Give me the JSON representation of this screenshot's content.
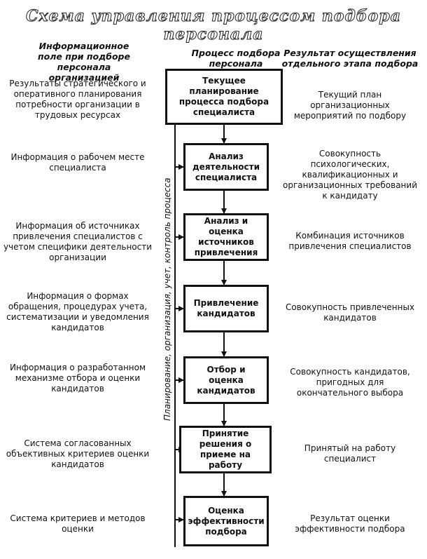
{
  "title": "Схема управления процессом подбора персонала",
  "headers": {
    "left": "Информационное поле при подборе персонала организацией",
    "center": "Процесс подбора персонала",
    "right": "Результат осуществления отдельного этапа подбора"
  },
  "side_label": "Планирование, организация, учет, контроль процесса",
  "steps": [
    {
      "process": "Текущее планирование процесса подбора специалиста",
      "input": "Результаты стратегического и оперативного планирования потребности организации в трудовых ресурсах",
      "result": "Текущий план организационных мероприятий по подбору"
    },
    {
      "process": "Анализ деятельности специалиста",
      "input": "Информация о рабочем месте специалиста",
      "result": "Совокупность психологических, квалификационных и организационных требований к кандидату"
    },
    {
      "process": "Анализ и оценка источников привлечения",
      "input": "Информация об источниках привлечения специалистов с учетом специфики деятельности организации",
      "result": "Комбинация источников привлечения специалистов"
    },
    {
      "process": "Привлечение кандидатов",
      "input": "Информация о формах обращения, процедурах учета, систематизации и уведомления кандидатов",
      "result": "Совокупность привлеченных кандидатов"
    },
    {
      "process": "Отбор и оценка кандидатов",
      "input": "Информация о разработанном механизме отбора и оценки кандидатов",
      "result": "Совокупность кандидатов, пригодных для окончательного выбора"
    },
    {
      "process": "Принятие решения о приеме на работу",
      "input": "Система согласованных объективных критериев оценки кандидатов",
      "result": "Принятый на работу специалист"
    },
    {
      "process": "Оценка эффективности подбора",
      "input": "Система критериев и методов оценки",
      "result": "Результат оценки эффективности подбора"
    }
  ]
}
